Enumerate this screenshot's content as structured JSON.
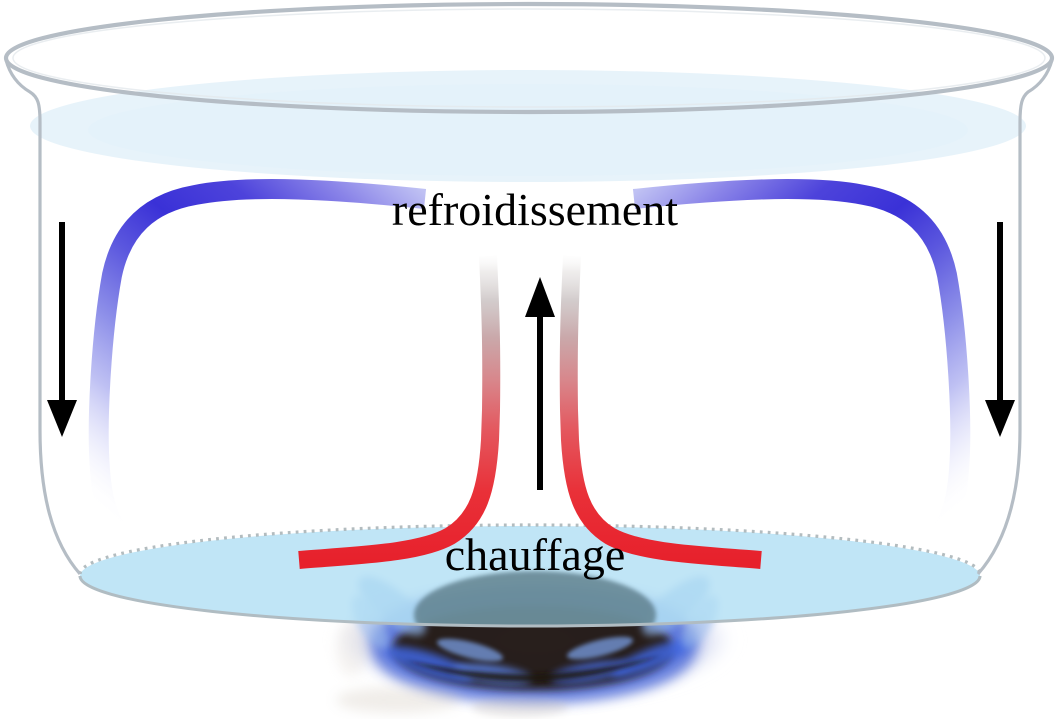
{
  "diagram": {
    "subject": "convection-current-in-heated-beaker",
    "labels": {
      "cooling": "refroidissement",
      "heating": "chauffage"
    },
    "arrows": [
      {
        "name": "left-down-arrow",
        "direction": "down"
      },
      {
        "name": "center-up-arrow",
        "direction": "up"
      },
      {
        "name": "right-down-arrow",
        "direction": "down"
      }
    ],
    "colors": {
      "cool_current": "#3c33d8",
      "warm_current": "#e7212c",
      "water_surface": "#d9ecf8",
      "pot_bottom_water": "#b0dff4",
      "glass_outline": "#b5bdc5",
      "arrow": "#000000",
      "flame_blue": "#4a68d8",
      "burner_cap": "#5d7d89",
      "label_text": "#000000"
    }
  }
}
